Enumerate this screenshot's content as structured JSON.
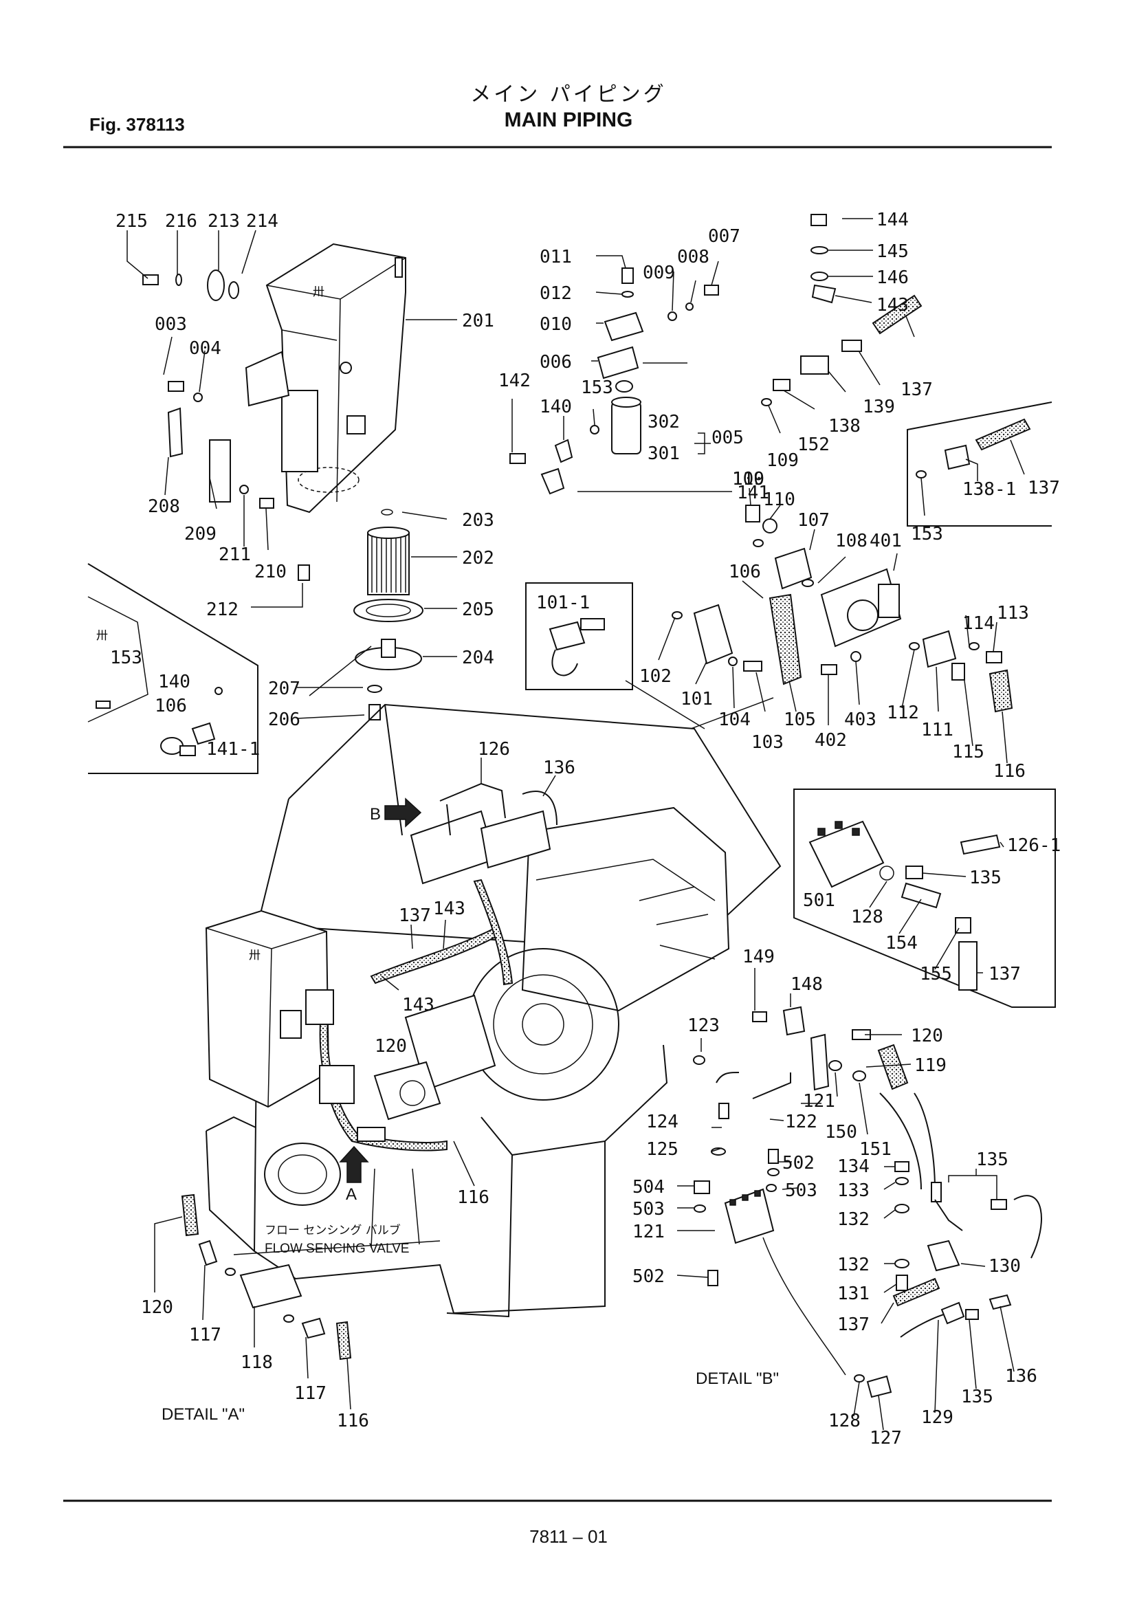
{
  "header": {
    "fig_label": "Fig. 378113",
    "title_jp": "メイン パイピング",
    "title_en": "MAIN PIPING"
  },
  "footer": {
    "page_code": "7811 – 01"
  },
  "captions": {
    "flow_valve_jp": "フロー センシング バルブ",
    "flow_valve_en": "FLOW SENCING VALVE",
    "detail_a": "DETAIL \"A\"",
    "detail_b": "DETAIL \"B\"",
    "arrow_a": "A",
    "arrow_b": "B"
  },
  "parts": [
    "215",
    "216",
    "213",
    "214",
    "201",
    "003",
    "004",
    "208",
    "209",
    "211",
    "210",
    "212",
    "203",
    "202",
    "205",
    "204",
    "207",
    "206",
    "011",
    "012",
    "010",
    "006",
    "009",
    "008",
    "007",
    "140",
    "153",
    "142",
    "302",
    "301",
    "005",
    "141",
    "144",
    "145",
    "146",
    "143",
    "137",
    "139",
    "138",
    "152",
    "109",
    "110",
    "107",
    "108",
    "401",
    "106",
    "102",
    "101",
    "104",
    "103",
    "105",
    "402",
    "403",
    "112",
    "111",
    "114",
    "113",
    "115",
    "116",
    "138-1",
    "101-1",
    "126",
    "136",
    "126-1",
    "135",
    "501",
    "128",
    "154",
    "155",
    "149",
    "148",
    "123",
    "120",
    "119",
    "121",
    "124",
    "122",
    "125",
    "150",
    "151",
    "502",
    "504",
    "503",
    "134",
    "133",
    "132",
    "130",
    "131",
    "129",
    "127",
    "117",
    "118",
    "141-1"
  ]
}
